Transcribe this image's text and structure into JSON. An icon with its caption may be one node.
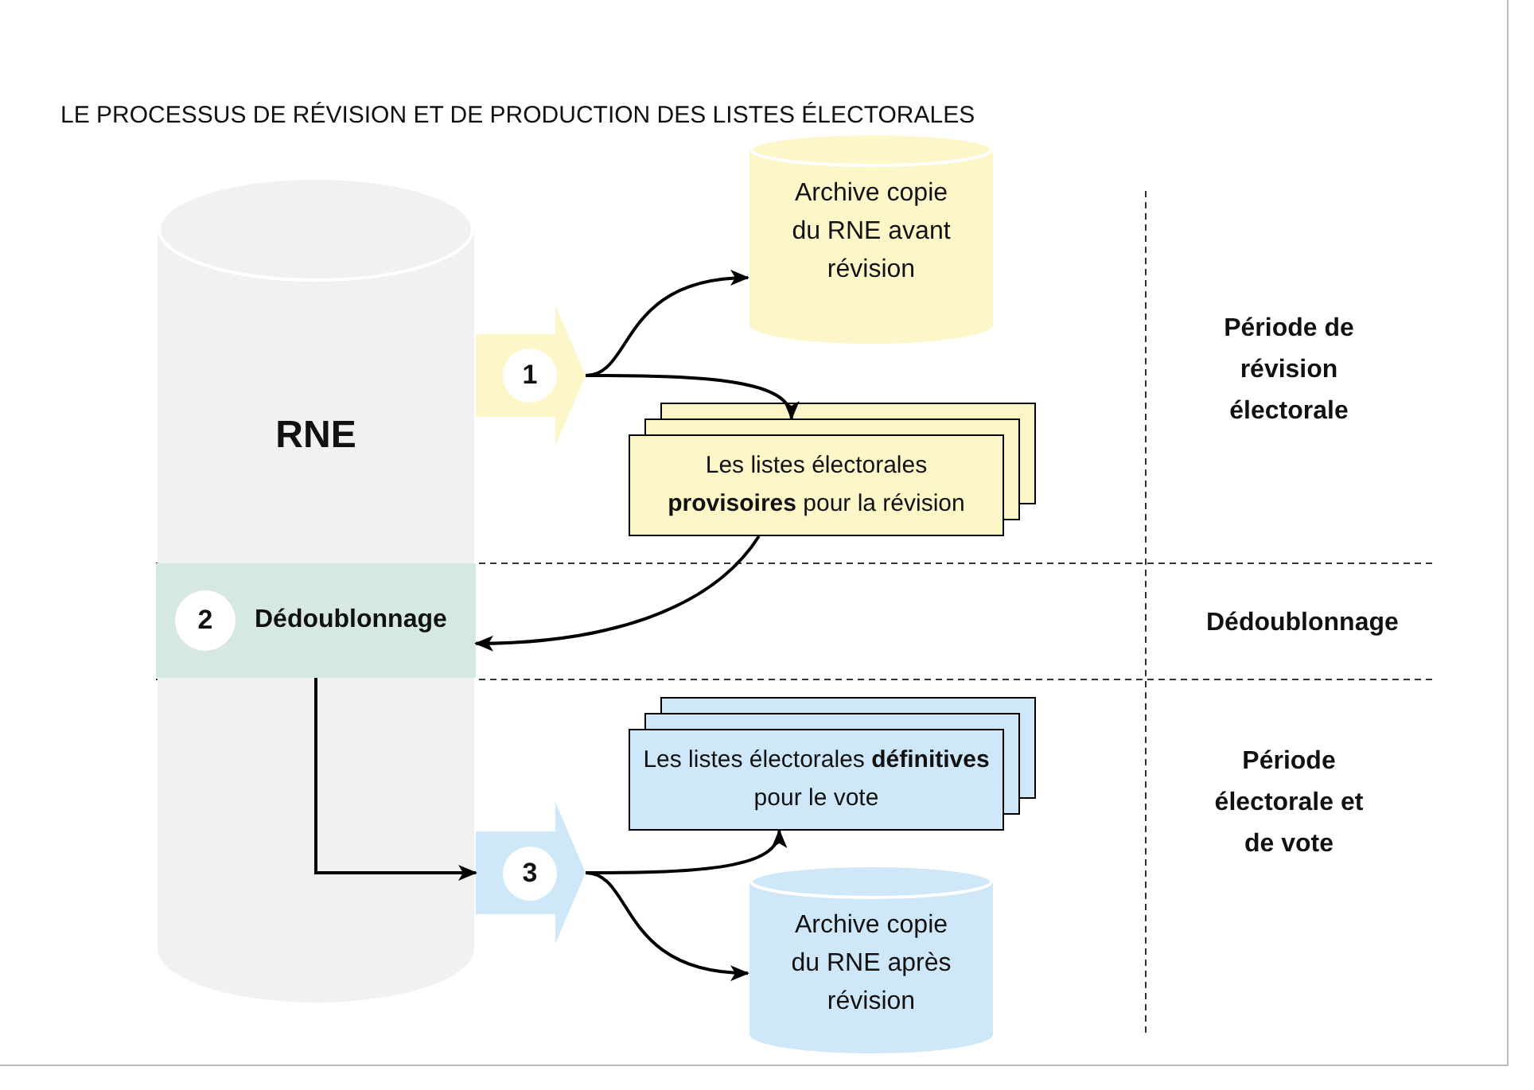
{
  "diagram": {
    "title": "LE PROCESSUS DE RÉVISION ET DE PRODUCTION DES LISTES ÉLECTORALES",
    "nodes": [
      {
        "text": [
          "RNE"
        ]
      },
      {
        "text": [
          "1"
        ]
      },
      {
        "text": [
          "Archive copie du RNE avant révision"
        ]
      },
      {
        "text": [
          "Les listes électorales **provisoires** pour la révision"
        ]
      },
      {
        "text": [
          "2",
          "Dédoublonnage"
        ],
        "in": 0
      },
      {
        "text": [
          "3"
        ]
      },
      {
        "text": [
          "Les listes électorales **définitives** pour le vote"
        ]
      },
      {
        "text": [
          "Archive copie du RNE après révision"
        ]
      }
    ],
    "edges": [
      {
        "from": 1,
        "to": 2,
        "arrow": "to"
      },
      {
        "from": 1,
        "to": 3,
        "arrow": "to"
      },
      {
        "from": 3,
        "to": 4,
        "arrow": "to"
      },
      {
        "from": 4,
        "to": 5,
        "arrow": "to"
      },
      {
        "from": 5,
        "to": 6,
        "arrow": "to"
      },
      {
        "from": 5,
        "to": 7,
        "arrow": "to"
      }
    ],
    "labels": [
      "Période de révision électorale",
      "Dédoublonnage",
      "Période électorale et de vote"
    ]
  }
}
